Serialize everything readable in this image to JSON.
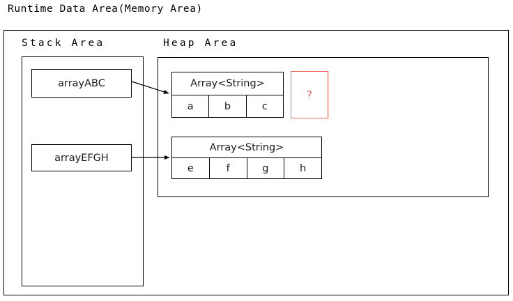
{
  "title": "Runtime Data Area(Memory Area)",
  "areas": {
    "stack": {
      "caption": "Stack Area"
    },
    "heap": {
      "caption": "Heap Area"
    }
  },
  "stack_variables": [
    {
      "name": "arrayABC",
      "label": "arrayABC"
    },
    {
      "name": "arrayEFGH",
      "label": "arrayEFGH"
    }
  ],
  "heap_objects": [
    {
      "type_label": "Array<String>",
      "cells": [
        "a",
        "b",
        "c"
      ]
    },
    {
      "type_label": "Array<String>",
      "cells": [
        "e",
        "f",
        "g",
        "h"
      ]
    }
  ],
  "unknown_marker": {
    "label": "?",
    "color": "#f4605a"
  },
  "references": [
    {
      "from": "arrayABC",
      "to": "Array<String> [a, b, c]"
    },
    {
      "from": "arrayEFGH",
      "to": "Array<String> [e, f, g, h]"
    }
  ],
  "colors": {
    "stroke": "#000000",
    "text": "#1a1a1a",
    "accent_red": "#f4605a",
    "background": "#ffffff"
  }
}
